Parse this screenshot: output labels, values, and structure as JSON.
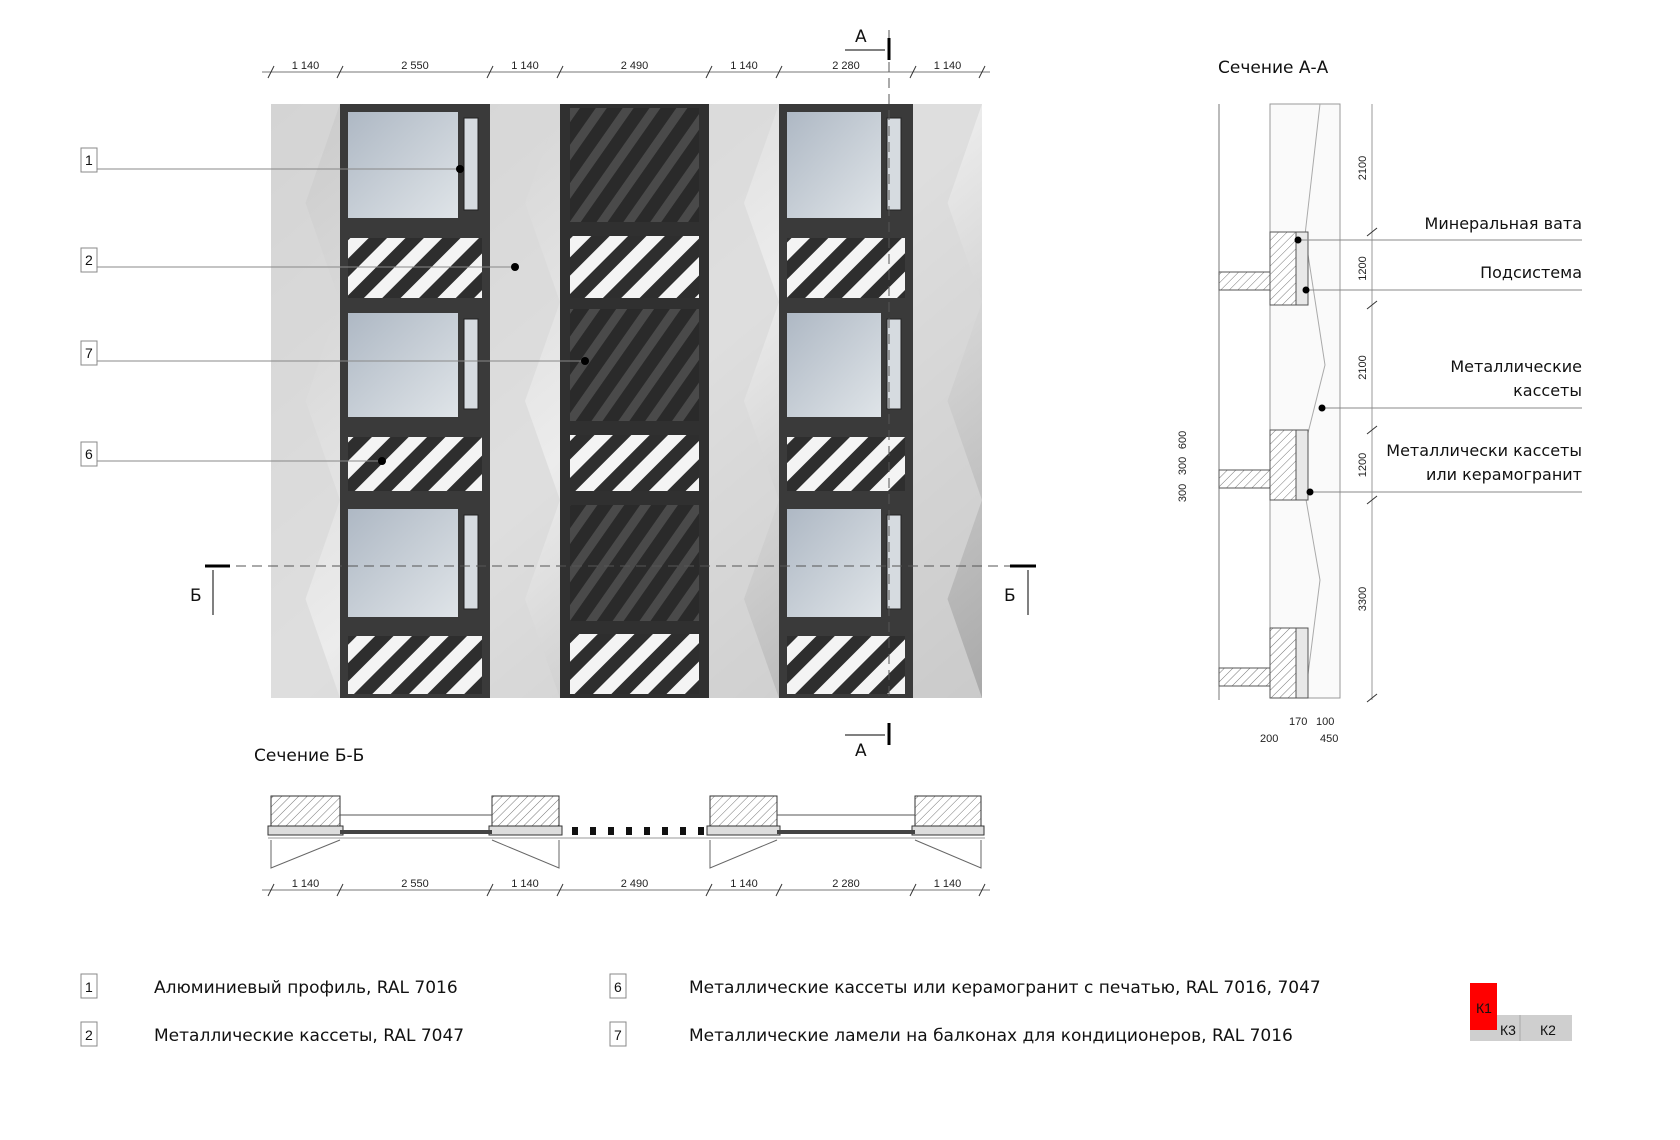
{
  "top_dimensions": [
    "1 140",
    "2 550",
    "1 140",
    "2 490",
    "1 140",
    "2 280",
    "1 140"
  ],
  "bottom_dimensions": [
    "1 140",
    "2 550",
    "1 140",
    "2 490",
    "1 140",
    "2 280",
    "1 140"
  ],
  "section_marks": {
    "a_top": "А",
    "a_bottom": "А",
    "b_left": "Б",
    "b_right": "Б"
  },
  "facade_callouts": [
    "1",
    "2",
    "7",
    "6"
  ],
  "section_bb": {
    "title": "Сечение Б-Б"
  },
  "section_aa": {
    "title": "Сечение А-А",
    "notes": [
      {
        "lines": [
          "Минеральная вата"
        ]
      },
      {
        "lines": [
          "Подсистема"
        ]
      },
      {
        "lines": [
          "Металлические",
          "кассеты"
        ]
      },
      {
        "lines": [
          "Металлически кассеты",
          "или керамогранит"
        ]
      }
    ],
    "vertical_dims": [
      "2100",
      "1200",
      "2100",
      "1200",
      "3300"
    ],
    "left_dims": [
      "600",
      "300",
      "300"
    ],
    "bottom_dims": [
      "170",
      "100",
      "200",
      "450"
    ]
  },
  "legend": [
    {
      "num": "1",
      "text": "Алюминиевый профиль, RAL 7016"
    },
    {
      "num": "2",
      "text": "Металлические кассеты, RAL 7047"
    },
    {
      "num": "6",
      "text": "Металлические кассеты или керамогранит с печатью, RAL 7016, 7047"
    },
    {
      "num": "7",
      "text": "Металлические ламели на балконах для кондиционеров, RAL 7016"
    }
  ],
  "key_plan": {
    "k1": "К1",
    "k3": "К3",
    "k2": "К2",
    "highlight_color": "#ff0000"
  }
}
